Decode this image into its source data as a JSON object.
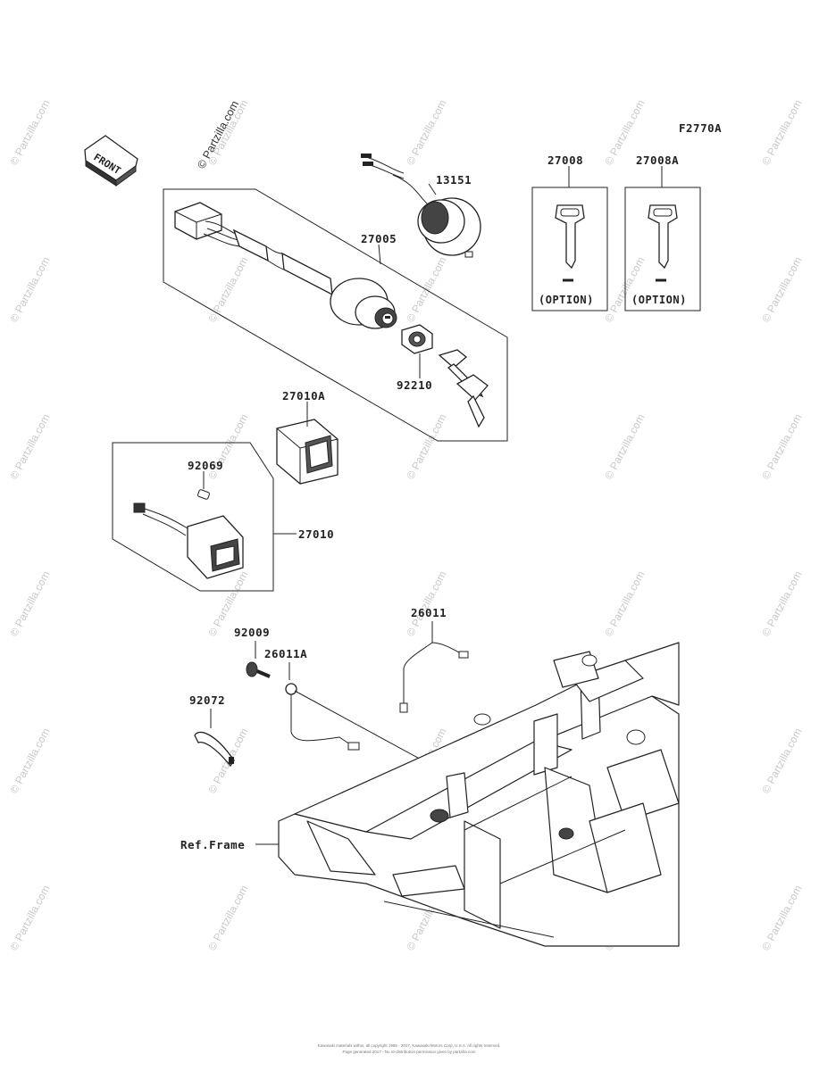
{
  "diagram_code": "F2770A",
  "watermark": "© Partzilla.com",
  "front_label": "FRONT",
  "callouts": {
    "p13151": "13151",
    "p27005": "27005",
    "p27008": "27008",
    "p27008A": "27008A",
    "p92210": "92210",
    "p27010A": "27010A",
    "p92069": "92069",
    "p27010": "27010",
    "p26011": "26011",
    "p92009": "92009",
    "p26011A": "26011A",
    "p92072": "92072",
    "ref_frame": "Ref.Frame"
  },
  "option_label": "(OPTION)",
  "footer_line1": "Kawasaki materials within, all copyright 1985 - 2017, Kawasaki Motors Corp, U.S.A. All rights reserved.",
  "footer_line2": "Page generated 2017 - No re-distribution permission given by partzilla.com"
}
